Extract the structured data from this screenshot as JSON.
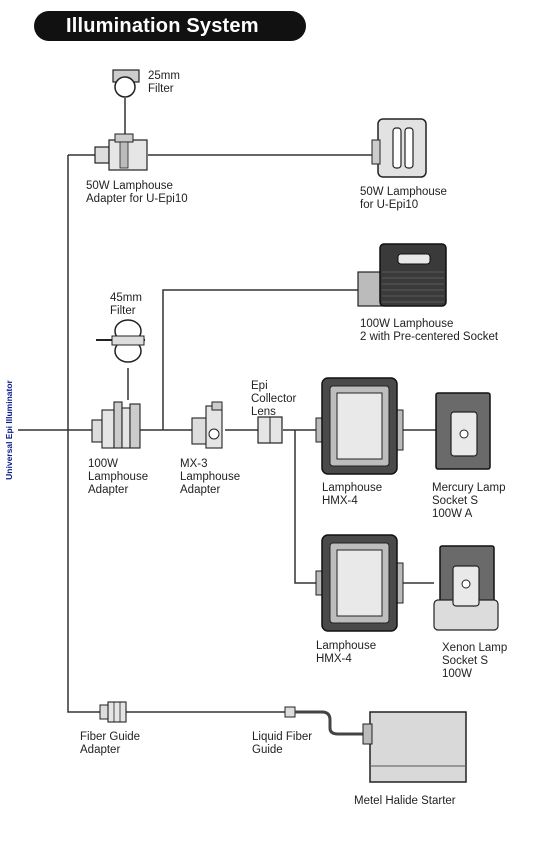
{
  "title": "Illumination System",
  "side_label": "Universal Epi Illuminator",
  "components": {
    "filter_25": [
      "25mm",
      "Filter"
    ],
    "adapter_50w": [
      "50W Lamphouse",
      "Adapter for U-Epi10"
    ],
    "lamphouse_50w": [
      "50W Lamphouse",
      "for U-Epi10"
    ],
    "filter_45": [
      "45mm",
      "Filter"
    ],
    "lamphouse_100w": [
      "100W Lamphouse",
      "2 with Pre-centered Socket"
    ],
    "adapter_100w": [
      "100W",
      "Lamphouse",
      "Adapter"
    ],
    "adapter_mx3": [
      "MX-3",
      "Lamphouse",
      "Adapter"
    ],
    "collector_lens": [
      "Epi",
      "Collector",
      "Lens"
    ],
    "hmx4_top": [
      "Lamphouse",
      "HMX-4"
    ],
    "mercury_socket": [
      "Mercury Lamp",
      "Socket S",
      "100W A"
    ],
    "hmx4_bottom": [
      "Lamphouse",
      "HMX-4"
    ],
    "xenon_socket": [
      "Xenon Lamp",
      "Socket S",
      "100W"
    ],
    "fiber_adapter": [
      "Fiber Guide",
      "Adapter"
    ],
    "liquid_fiber": [
      "Liquid Fiber",
      "Guide"
    ],
    "halide_starter": [
      "Metel Halide Starter"
    ]
  },
  "colors": {
    "line": "#333333",
    "device_dark": "#3a3a3a",
    "device_mid": "#8a8a8a",
    "device_light": "#d9d9d9",
    "side_label": "#0a1a8a"
  }
}
